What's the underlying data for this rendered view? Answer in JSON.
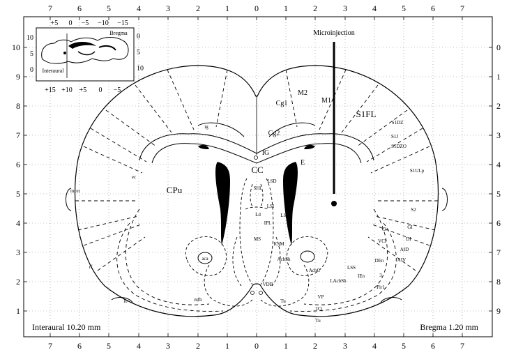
{
  "axes": {
    "top_ticks": [
      "7",
      "6",
      "5",
      "4",
      "3",
      "2",
      "1",
      "0",
      "1",
      "2",
      "3",
      "4",
      "5",
      "6",
      "7"
    ],
    "bottom_ticks": [
      "7",
      "6",
      "5",
      "4",
      "3",
      "2",
      "1",
      "0",
      "1",
      "2",
      "3",
      "4",
      "5",
      "6",
      "7"
    ],
    "left_ticks": [
      "10",
      "9",
      "8",
      "7",
      "6",
      "5",
      "4",
      "3",
      "2",
      "1"
    ],
    "right_ticks": [
      "0",
      "1",
      "2",
      "3",
      "4",
      "5",
      "6",
      "7",
      "8",
      "9"
    ]
  },
  "inset": {
    "top_ticks": [
      "+5",
      "0",
      "−5",
      "−10",
      "−15"
    ],
    "bottom_ticks": [
      "+15",
      "+10",
      "+5",
      "0",
      "−5"
    ],
    "left_ticks": [
      "10",
      "5",
      "0"
    ],
    "right_ticks": [
      "0",
      "5",
      "10"
    ],
    "bregma_label": "Bregma",
    "interaural_label": "Interaural"
  },
  "annotations": {
    "microinjection": "Microinjection",
    "interaural_caption": "Interaural 10.20 mm",
    "bregma_caption": "Bregma 1.20 mm"
  },
  "regions": {
    "large": {
      "cc": "CC",
      "cpu": "CPu",
      "ig": "IG",
      "cg1": "Cg1",
      "cg2": "Cg2",
      "m2": "M2",
      "m1": "M1",
      "s1fl": "S1FL",
      "e": "E"
    },
    "small": {
      "shi": "SHi",
      "lsd": "LSD",
      "lsi": "LSI",
      "lsv": "LSV",
      "ld": "Ld",
      "ipl": "IPL",
      "ms": "MS",
      "icjm": "ICjM",
      "acbsh": "AcbSh",
      "aca": "aca",
      "acbc": "AcbC",
      "lss": "LSS",
      "lacbsh": "LAcbSh",
      "ien": "IEn",
      "pir1": "Pir1",
      "three": "3",
      "vp": "VP",
      "icj": "ICj",
      "tu": "Tu",
      "vdb": "VDB",
      "mfb": "mfb",
      "lo": "lo",
      "rf": "rf",
      "mcer": "mcer",
      "ec": "ec",
      "ig_small": "ig",
      "s1ulp": "S1ULp",
      "s2": "S2",
      "gi": "GI",
      "di": "DI",
      "aid": "AID",
      "aiv": "AIV",
      "den": "DEn",
      "cl": "Cl",
      "vcl": "VCl",
      "s1j": "S1J",
      "s1dz": "S1DZ",
      "s1dzo": "S1DZO",
      "tu2": "Tu"
    }
  }
}
